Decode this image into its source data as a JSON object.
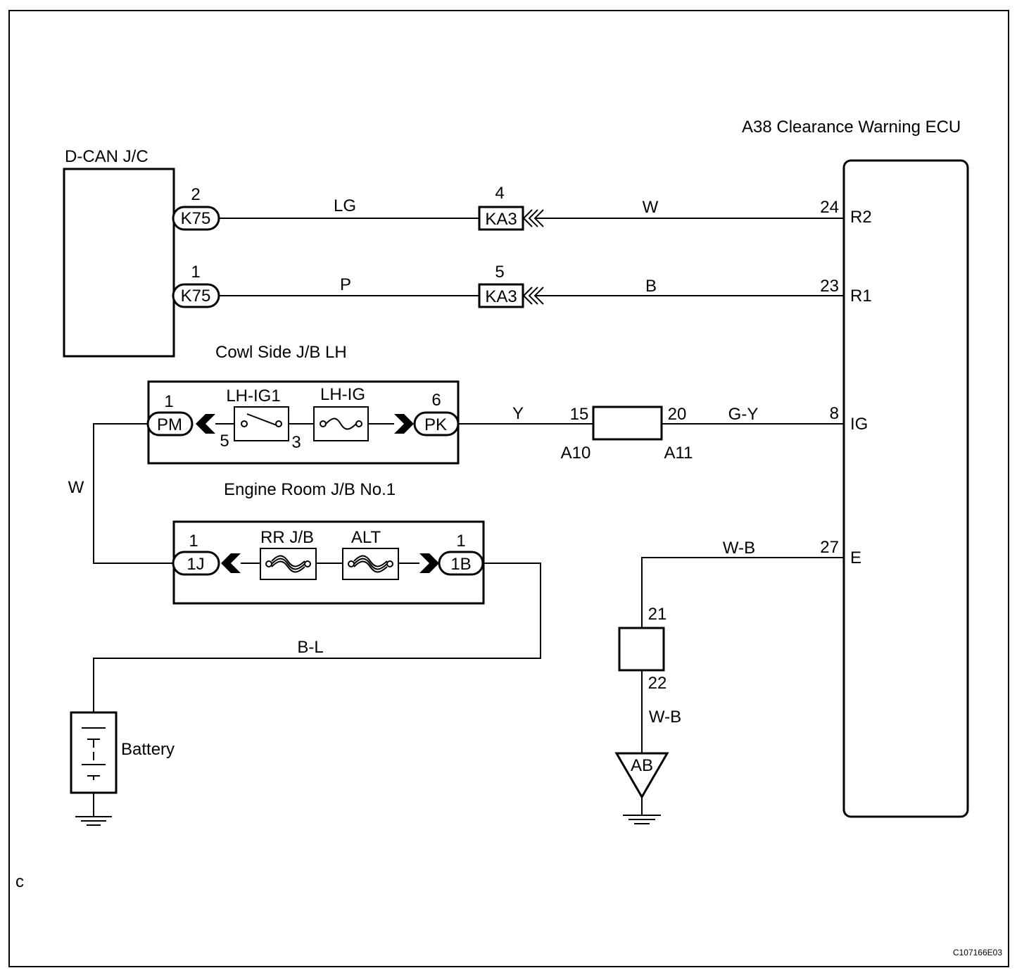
{
  "components": {
    "ecu_title": "A38 Clearance Warning ECU",
    "dcan_title": "D-CAN J/C",
    "cowl_title": "Cowl Side J/B LH",
    "engine_title": "Engine Room J/B No.1",
    "battery_label": "Battery",
    "lh_ig1": "LH-IG1",
    "lh_ig": "LH-IG",
    "rr_jb": "RR J/B",
    "alt": "ALT",
    "ground_label": "AB"
  },
  "connectors": {
    "k75_top": "K75",
    "k75_bottom": "K75",
    "ka3_top": "KA3",
    "ka3_bottom": "KA3",
    "pm": "PM",
    "pk": "PK",
    "j1": "1J",
    "b1": "1B",
    "a10": "A10",
    "a11": "A11"
  },
  "pins": {
    "k75_top": "2",
    "k75_bottom": "1",
    "ka3_top": "4",
    "ka3_bottom": "5",
    "ecu_24": "24",
    "ecu_23": "23",
    "ecu_8": "8",
    "ecu_27": "27",
    "pm": "1",
    "pm_relay": "5",
    "relay_out": "3",
    "pk": "6",
    "a10": "15",
    "a11": "20",
    "j1": "1",
    "b1": "1",
    "splice_top": "21",
    "splice_bottom": "22"
  },
  "terminals": {
    "r2": "R2",
    "r1": "R1",
    "ig": "IG",
    "e": "E"
  },
  "wires": {
    "lg": "LG",
    "w_top": "W",
    "p": "P",
    "b": "B",
    "y": "Y",
    "gy": "G-Y",
    "w_left": "W",
    "wb_top": "W-B",
    "wb_bottom": "W-B",
    "bl": "B-L"
  },
  "corner_mark": "c",
  "figure_code": "C107166E03"
}
